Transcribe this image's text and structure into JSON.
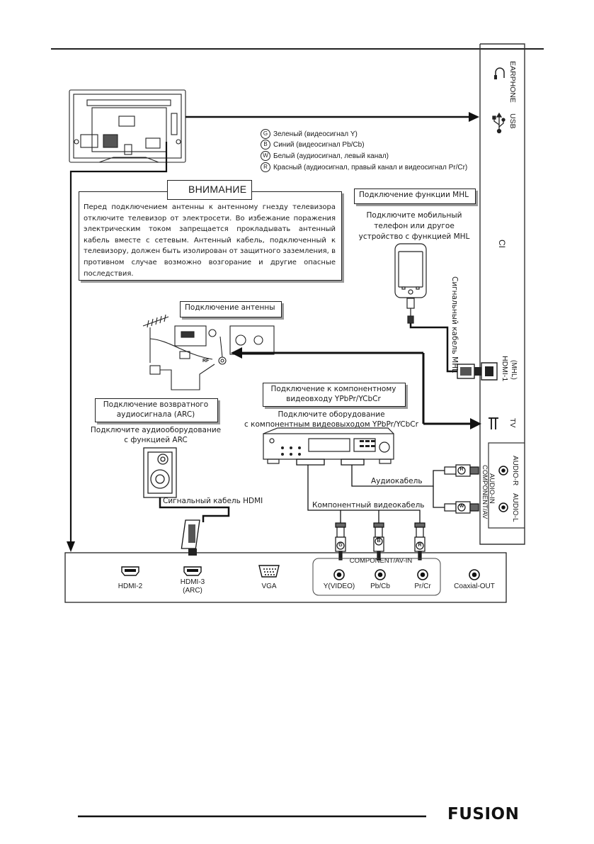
{
  "right_panel": {
    "earphone": "EARPHONE",
    "usb": "USB",
    "ci": "CI",
    "hdmi1": "HDMI-1",
    "hdmi1_sub": "(MHL)",
    "tv": "TV",
    "audio_r": "AUDIO-R",
    "audio_l": "AUDIO-L",
    "component_av_in": "COMPONENT/AV",
    "audio_in": "AUDIO-IN"
  },
  "legend": [
    {
      "letter": "G",
      "text": "Зеленый (видеосигнал Y)"
    },
    {
      "letter": "B",
      "text": "Синий (видеосигнал Pb/Cb)"
    },
    {
      "letter": "W",
      "text": "Белый (аудиосигнал, левый канал)"
    },
    {
      "letter": "R",
      "text": "Красный (аудиосигнал, правый канал и видеосигнал Pr/Cr)"
    }
  ],
  "warning": {
    "title": "ВНИМАНИЕ",
    "text": "Перед подключением антенны к антенному гнезду телевизора отключите телевизор от электросети. Во избежание поражения электрическим током запрещается прокладывать антенный кабель вместе с сетевым. Антенный кабель, подключенный к телевизору, должен быть изолирован от защитного заземления, в противном случае возможно возгорание и другие опасные последствия."
  },
  "mhl": {
    "title": "Подключение функции MHL",
    "desc_1": "Подключите мобильный",
    "desc_2": "телефон или другое",
    "desc_3": "устройство с функцией MHL",
    "cable": "Сигнальный кабель MHL"
  },
  "antenna": {
    "title": "Подключение антенны",
    "rf": "RF"
  },
  "component": {
    "title_1": "Подключение к компонентному",
    "title_2": "видеовходу YPbPr/YCbCr",
    "desc_1": "Подключите оборудование",
    "desc_2": "с компонентным видеовыходом YPbPr/YCbCr",
    "audio_cable": "Аудиокабель",
    "video_cable": "Компонентный видеокабель"
  },
  "arc": {
    "title_1": "Подключение возвратного",
    "title_2": "аудиосигнала (ARC)",
    "desc_1": "Подключите аудиооборудование",
    "desc_2": "с функцией ARC",
    "cable": "Сигнальный кабель HDMI"
  },
  "bottom_panel": {
    "group_label": "COMPONENT/AV-IN",
    "hdmi2": "HDMI-2",
    "hdmi3": "HDMI-3",
    "hdmi3_sub": "(ARC)",
    "vga": "VGA",
    "y_video": "Y(VIDEO)",
    "pb_cb": "Pb/Cb",
    "pr_cr": "Pr/Cr",
    "coaxial": "Coaxial-OUT"
  },
  "plug_letters": {
    "g": "G",
    "b": "B",
    "r": "R",
    "w": "W"
  },
  "footer": {
    "brand": "FUSION"
  }
}
